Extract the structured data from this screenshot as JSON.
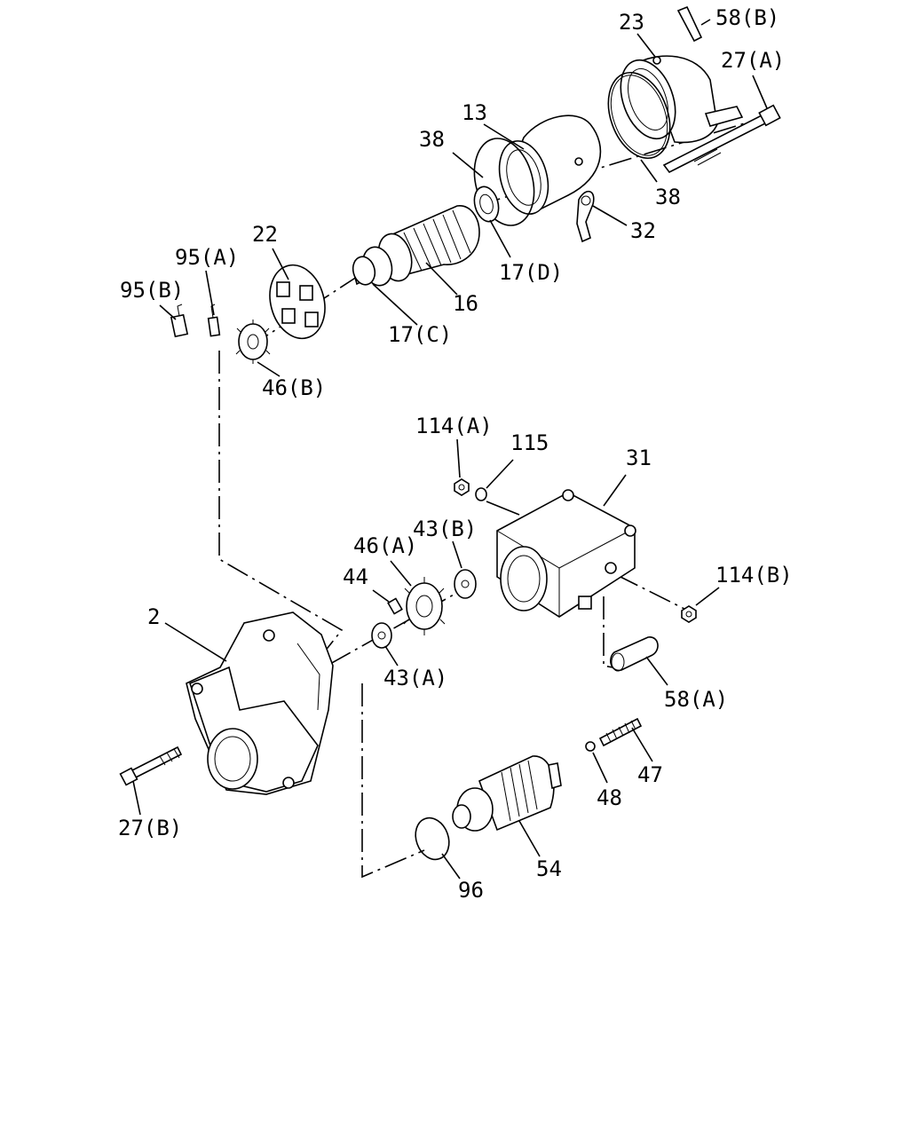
{
  "labels": {
    "l23": "23",
    "l58b": "58(B)",
    "l27a": "27(A)",
    "l13": "13",
    "l38a": "38",
    "l38b": "38",
    "l32": "32",
    "l17d": "17(D)",
    "l22": "22",
    "l95a": "95(A)",
    "l95b": "95(B)",
    "l16": "16",
    "l17c": "17(C)",
    "l46b": "46(B)",
    "l114a": "114(A)",
    "l115": "115",
    "l31": "31",
    "l46a": "46(A)",
    "l43b": "43(B)",
    "l44": "44",
    "l114b": "114(B)",
    "l2": "2",
    "l43a": "43(A)",
    "l58a": "58(A)",
    "l47": "47",
    "l48": "48",
    "l27b": "27(B)",
    "l54": "54",
    "l96": "96"
  }
}
